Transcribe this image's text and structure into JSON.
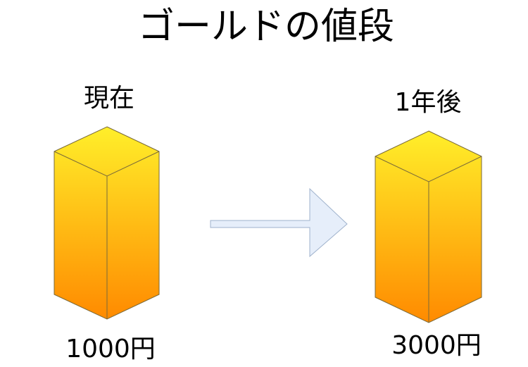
{
  "title": "ゴールドの値段",
  "left": {
    "label": "現在",
    "price": "1000円"
  },
  "right": {
    "label": "1年後",
    "price": "3000円"
  },
  "colors": {
    "gold_top": "#ffef2a",
    "gold_bottom": "#ff8a00",
    "outline": "#7a6a3a",
    "arrow_fill": "#e6eefa",
    "arrow_stroke": "#9fb2cc"
  }
}
